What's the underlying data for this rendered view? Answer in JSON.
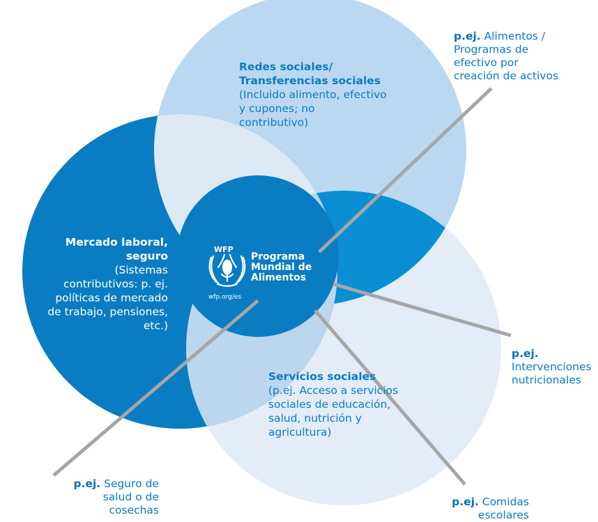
{
  "colors": {
    "mercado_circle": "#0a7cc2",
    "redes_circle": "#bcd8f0",
    "servicios_circle": "#e3ecf7",
    "overlap_light": "#dbe9f5",
    "overlap_mid": "#1a8dd0",
    "center_circle": "#0a7cc2",
    "connector_lines": "#a6a6a6",
    "text_blue": "#0a7cc2",
    "text_white": "#ffffff"
  },
  "center": {
    "emblem_abbr": "WFP",
    "title_lines": [
      "Programa",
      "Mundial de",
      "Alimentos"
    ],
    "url": "wfp.org/es",
    "icon": "wfp-wheat-emblem-icon"
  },
  "circles": {
    "redes": {
      "title_lines": [
        "Redes sociales/",
        "Transferencias sociales"
      ],
      "desc_lines": [
        "(Incluido alimento, efectivo",
        "y cupones; no",
        "contributivo)"
      ]
    },
    "mercado": {
      "title_lines": [
        "Mercado laboral,",
        "seguro"
      ],
      "desc_lines": [
        "(Sistemas",
        "contributivos: p. ej.",
        "políticas de mercado",
        "de trabajo, pensiones,",
        "etc.)"
      ]
    },
    "servicios": {
      "title": "Servicios sociales",
      "desc_lines": [
        "(p.ej. Acceso a servicios",
        "sociales de educación,",
        "salud, nutrición y",
        "agricultura)"
      ]
    }
  },
  "examples": {
    "alimentos": {
      "prefix": "p.ej.",
      "lines": [
        "Alimentos /",
        "Programas de",
        "efectivo por",
        "creación de activos"
      ]
    },
    "nutricion": {
      "prefix": "p.ej.",
      "lines": [
        "Intervenciones",
        "nutricionales"
      ]
    },
    "comidas": {
      "prefix": "p.ej.",
      "lines": [
        "Comidas",
        "escolares"
      ]
    },
    "seguro": {
      "prefix": "p.ej.",
      "lines": [
        "Seguro de",
        "salud o de",
        "cosechas"
      ]
    }
  }
}
